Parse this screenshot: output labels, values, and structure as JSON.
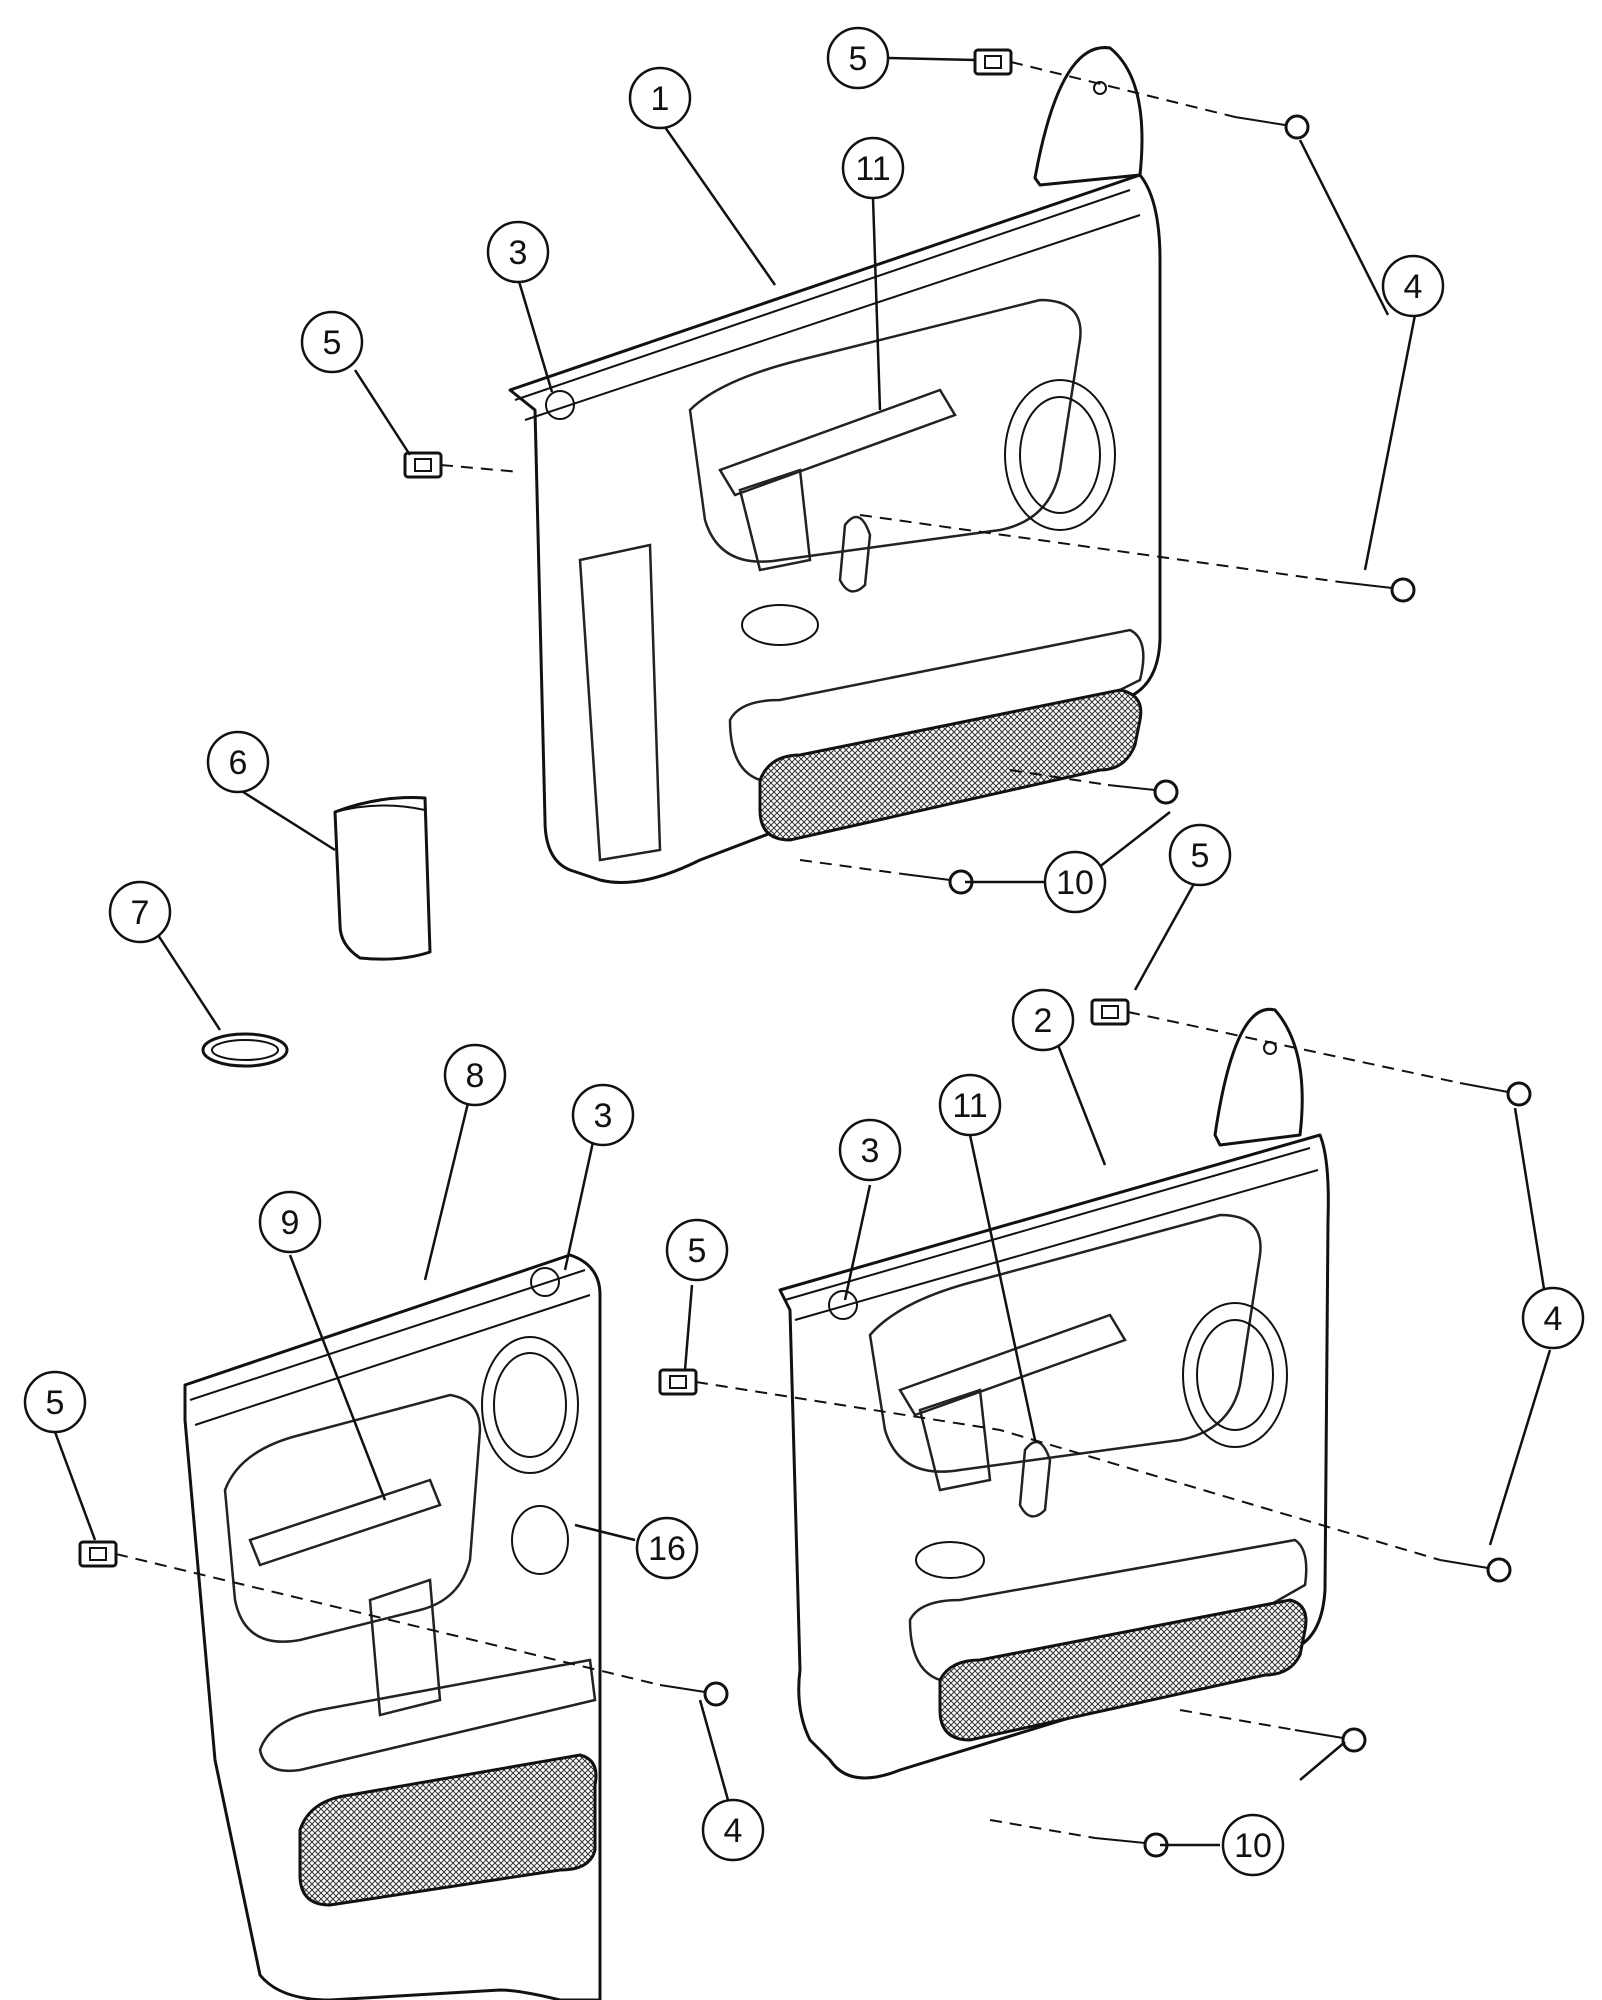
{
  "callouts": {
    "c1": "1",
    "c2": "2",
    "c3": "3",
    "c4": "4",
    "c5": "5",
    "c6": "6",
    "c7": "7",
    "c8": "8",
    "c9": "9",
    "c10": "10",
    "c11": "11",
    "c16": "16"
  }
}
